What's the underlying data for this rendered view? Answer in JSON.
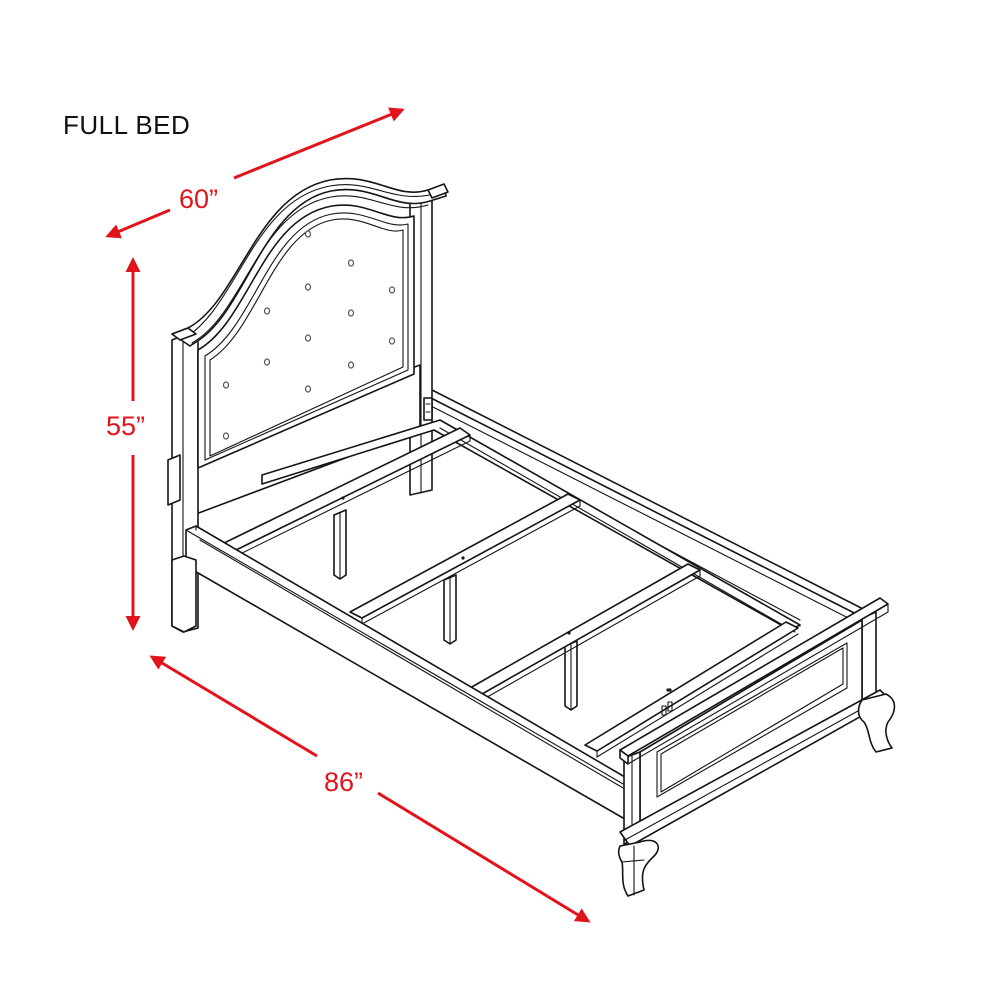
{
  "diagram": {
    "title": "FULL BED",
    "product": "full bed",
    "dimensions": {
      "width": {
        "label": "60”",
        "value": 60,
        "unit": "in",
        "axis": "headboard width"
      },
      "height": {
        "label": "55”",
        "value": 55,
        "unit": "in",
        "axis": "headboard height"
      },
      "length": {
        "label": "86”",
        "value": 86,
        "unit": "in",
        "axis": "overall length"
      }
    },
    "colors": {
      "dimension": "#e1141b",
      "linework": "#151515",
      "background": "#ffffff",
      "title": "#111111"
    },
    "components": [
      "camelback headboard with tufted panel",
      "side rails",
      "center support rail with legs",
      "three cross slats",
      "footboard with recessed panel",
      "cabriole feet"
    ]
  }
}
